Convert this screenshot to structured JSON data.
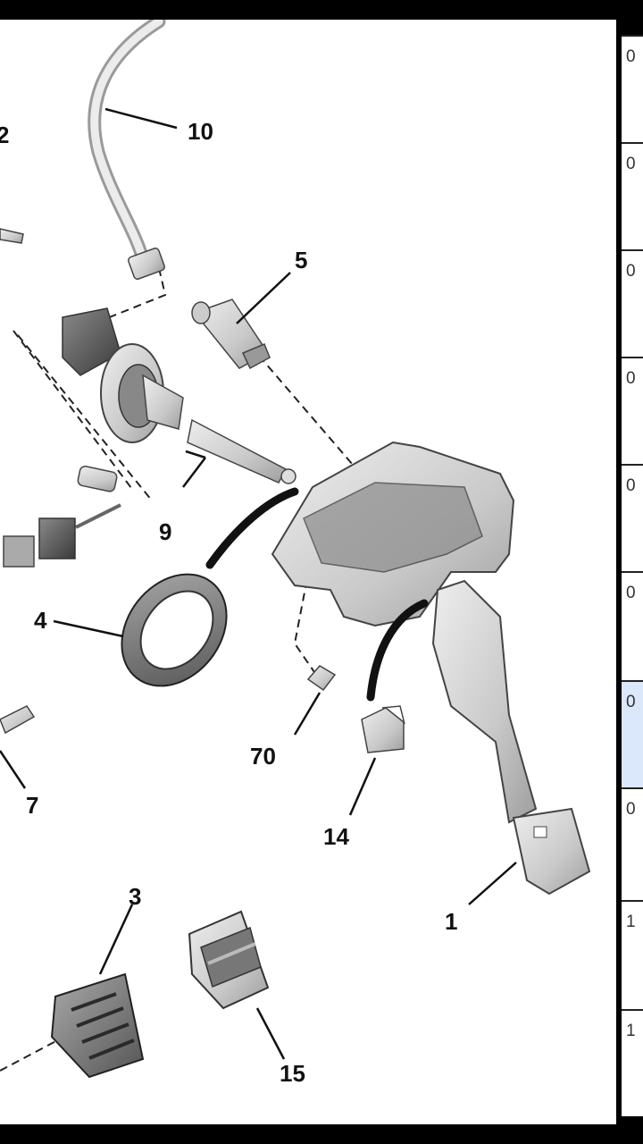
{
  "labels": [
    "2",
    "10",
    "5",
    "9",
    "4",
    "70",
    "14",
    "7",
    "1",
    "3",
    "15"
  ],
  "table_rows": [
    {
      "text": "0"
    },
    {
      "text": "0"
    },
    {
      "text": "0"
    },
    {
      "text": "0"
    },
    {
      "text": "0"
    },
    {
      "text": "0"
    },
    {
      "text": "0",
      "selected": true
    },
    {
      "text": "0"
    },
    {
      "text": "1"
    },
    {
      "text": "1"
    }
  ]
}
